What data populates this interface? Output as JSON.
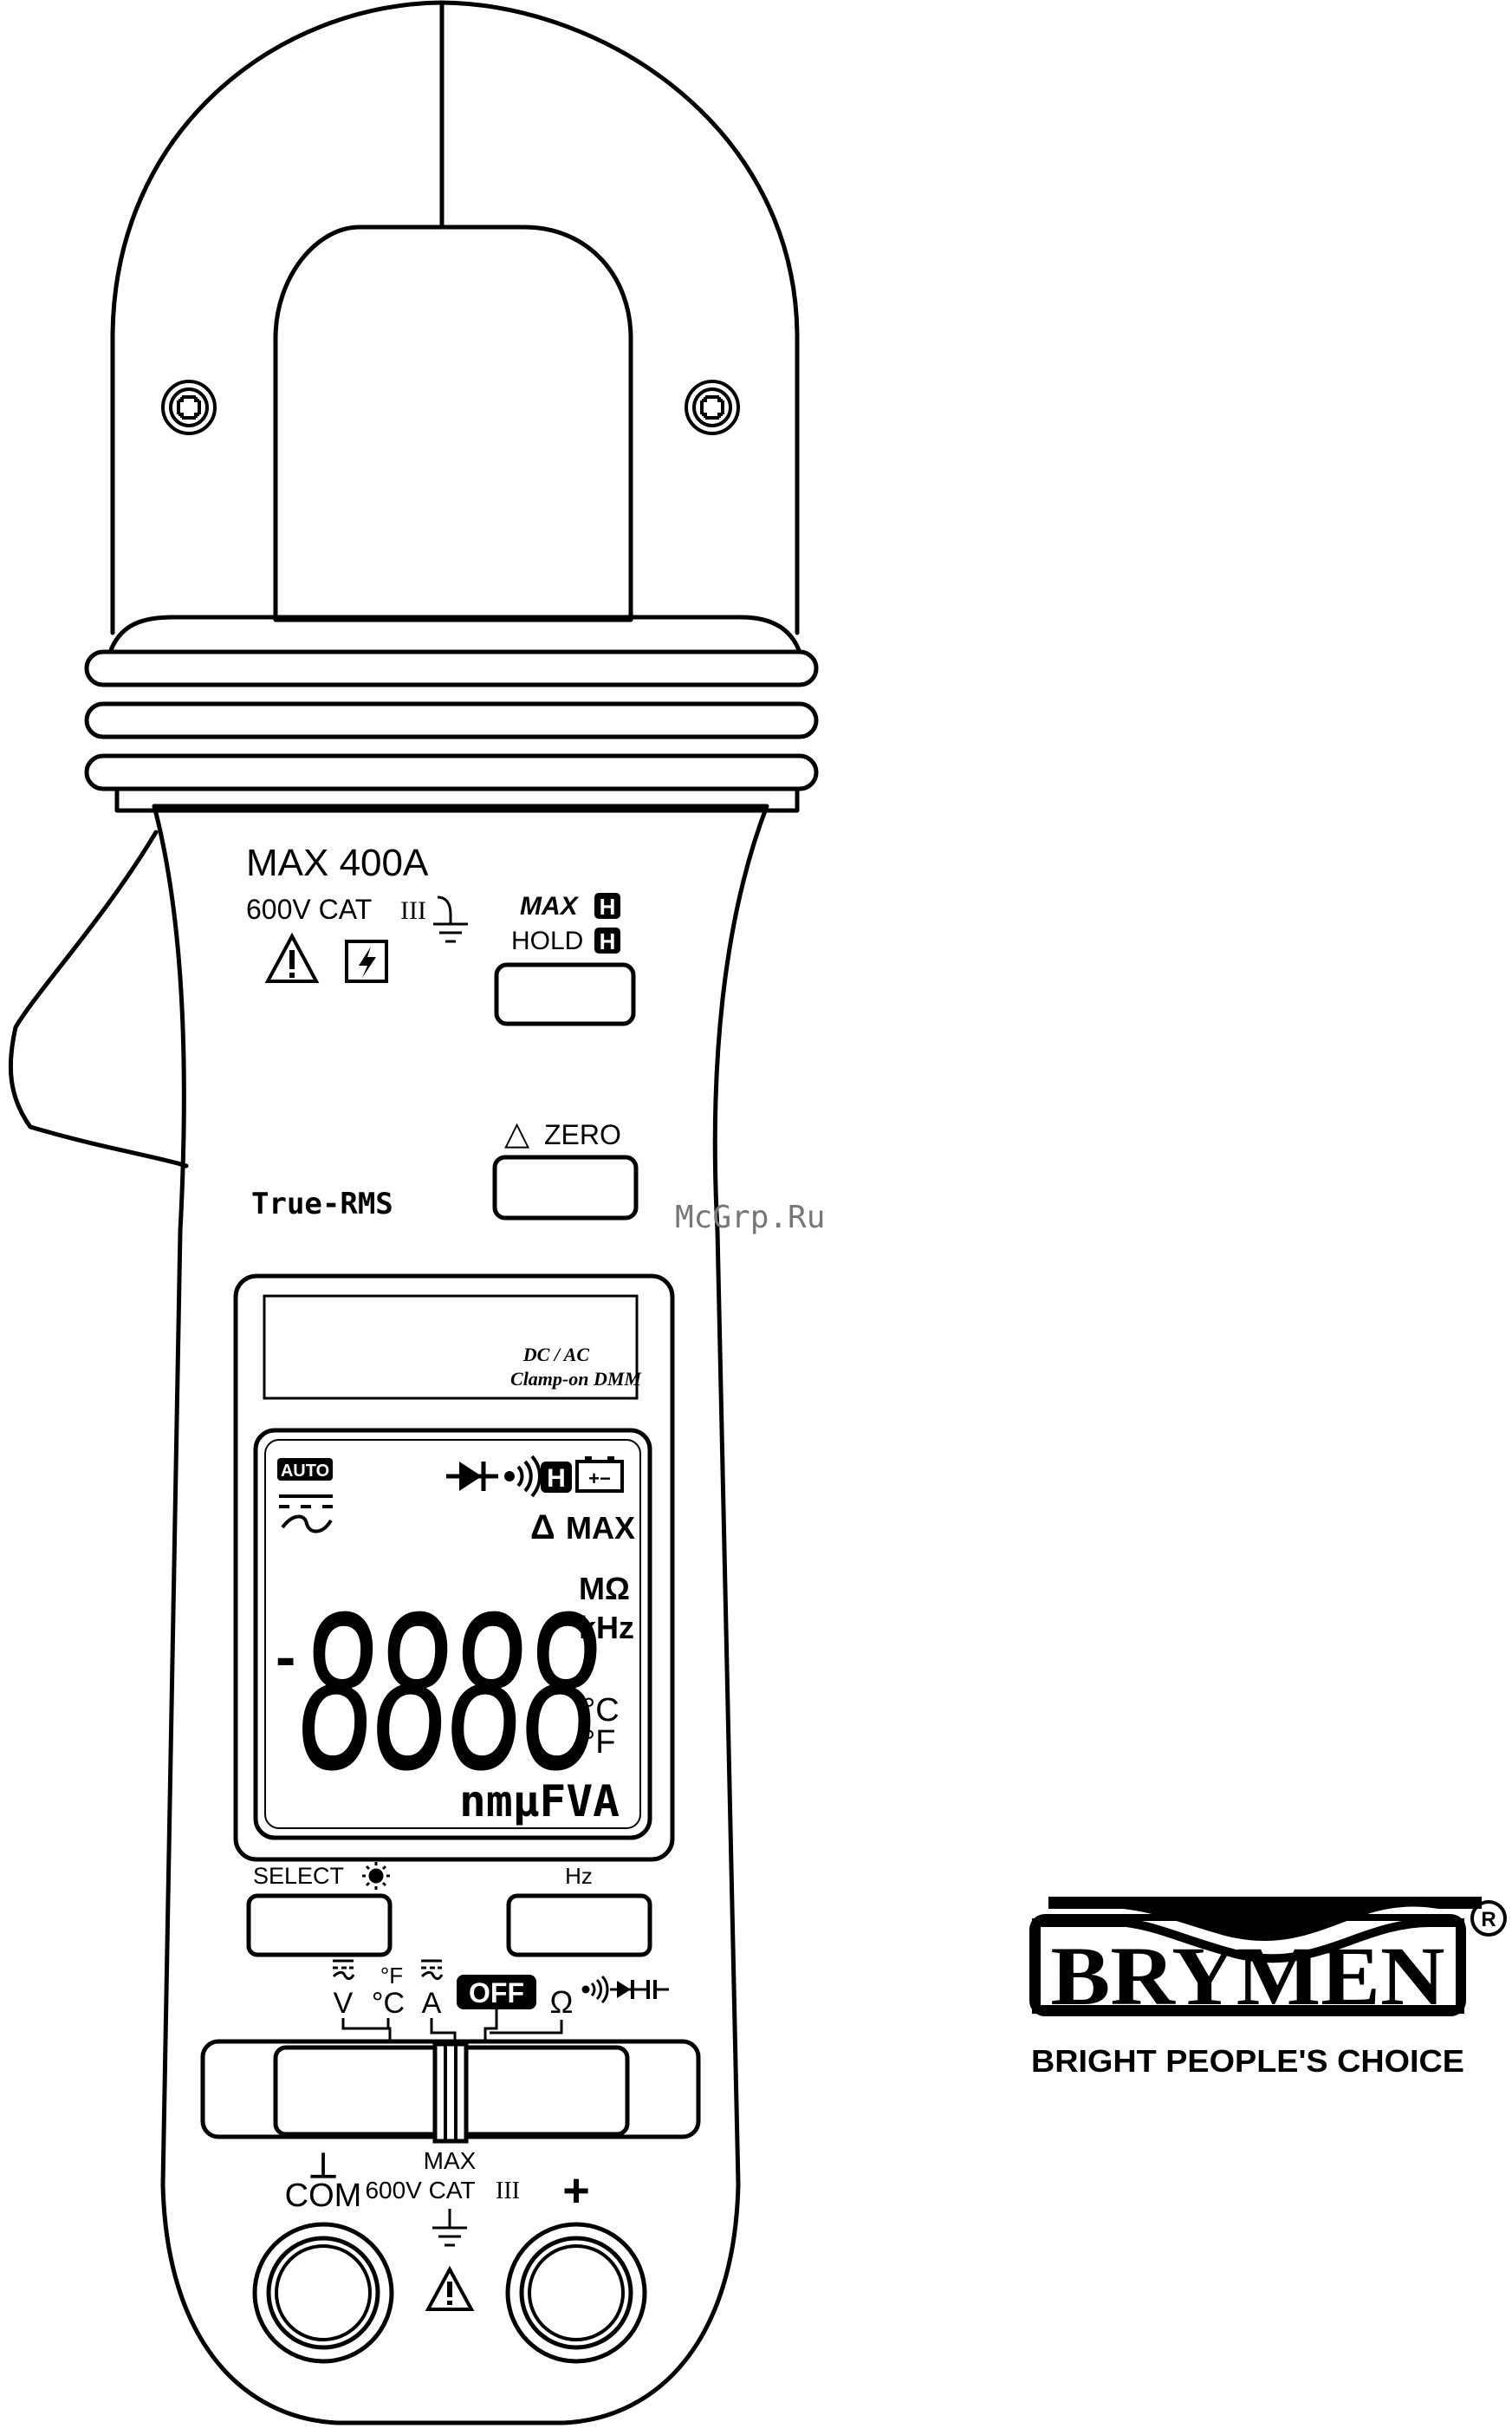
{
  "device": {
    "max_rating": "MAX 400A",
    "category": "600V CAT",
    "category_roman": "III",
    "true_rms": "True-RMS",
    "lcd_caption_line1": "DC / AC",
    "lcd_caption_line2": "Clamp-on DMM"
  },
  "buttons": {
    "max_label": "MAX",
    "hold_label": "HOLD",
    "hold_symbol": "H",
    "zero_label": "ZERO",
    "zero_symbol": "△",
    "select_label": "SELECT",
    "hz_label": "Hz"
  },
  "lcd": {
    "auto": "AUTO",
    "delta": "Δ",
    "max": "MAX",
    "hold_symbol": "H",
    "battery_symbol": "+−",
    "minus": "-",
    "digits": "8888",
    "unit_mohm": "MΩ",
    "unit_khz": "kHz",
    "unit_c": "°C",
    "unit_f": "°F",
    "unit_row": "nmμFVA"
  },
  "dial": {
    "v": "V",
    "c": "°C",
    "f": "°F",
    "a": "A",
    "off": "OFF",
    "ohm": "Ω"
  },
  "terminals": {
    "com_symbol": "⊥",
    "com_label": "COM",
    "max": "MAX",
    "category": "600V CAT",
    "category_roman": "III",
    "plus": "+"
  },
  "watermark": "McGrp.Ru",
  "brand": {
    "name": "BRYMEN",
    "registered": "R",
    "tagline": "BRIGHT PEOPLE'S CHOICE"
  }
}
